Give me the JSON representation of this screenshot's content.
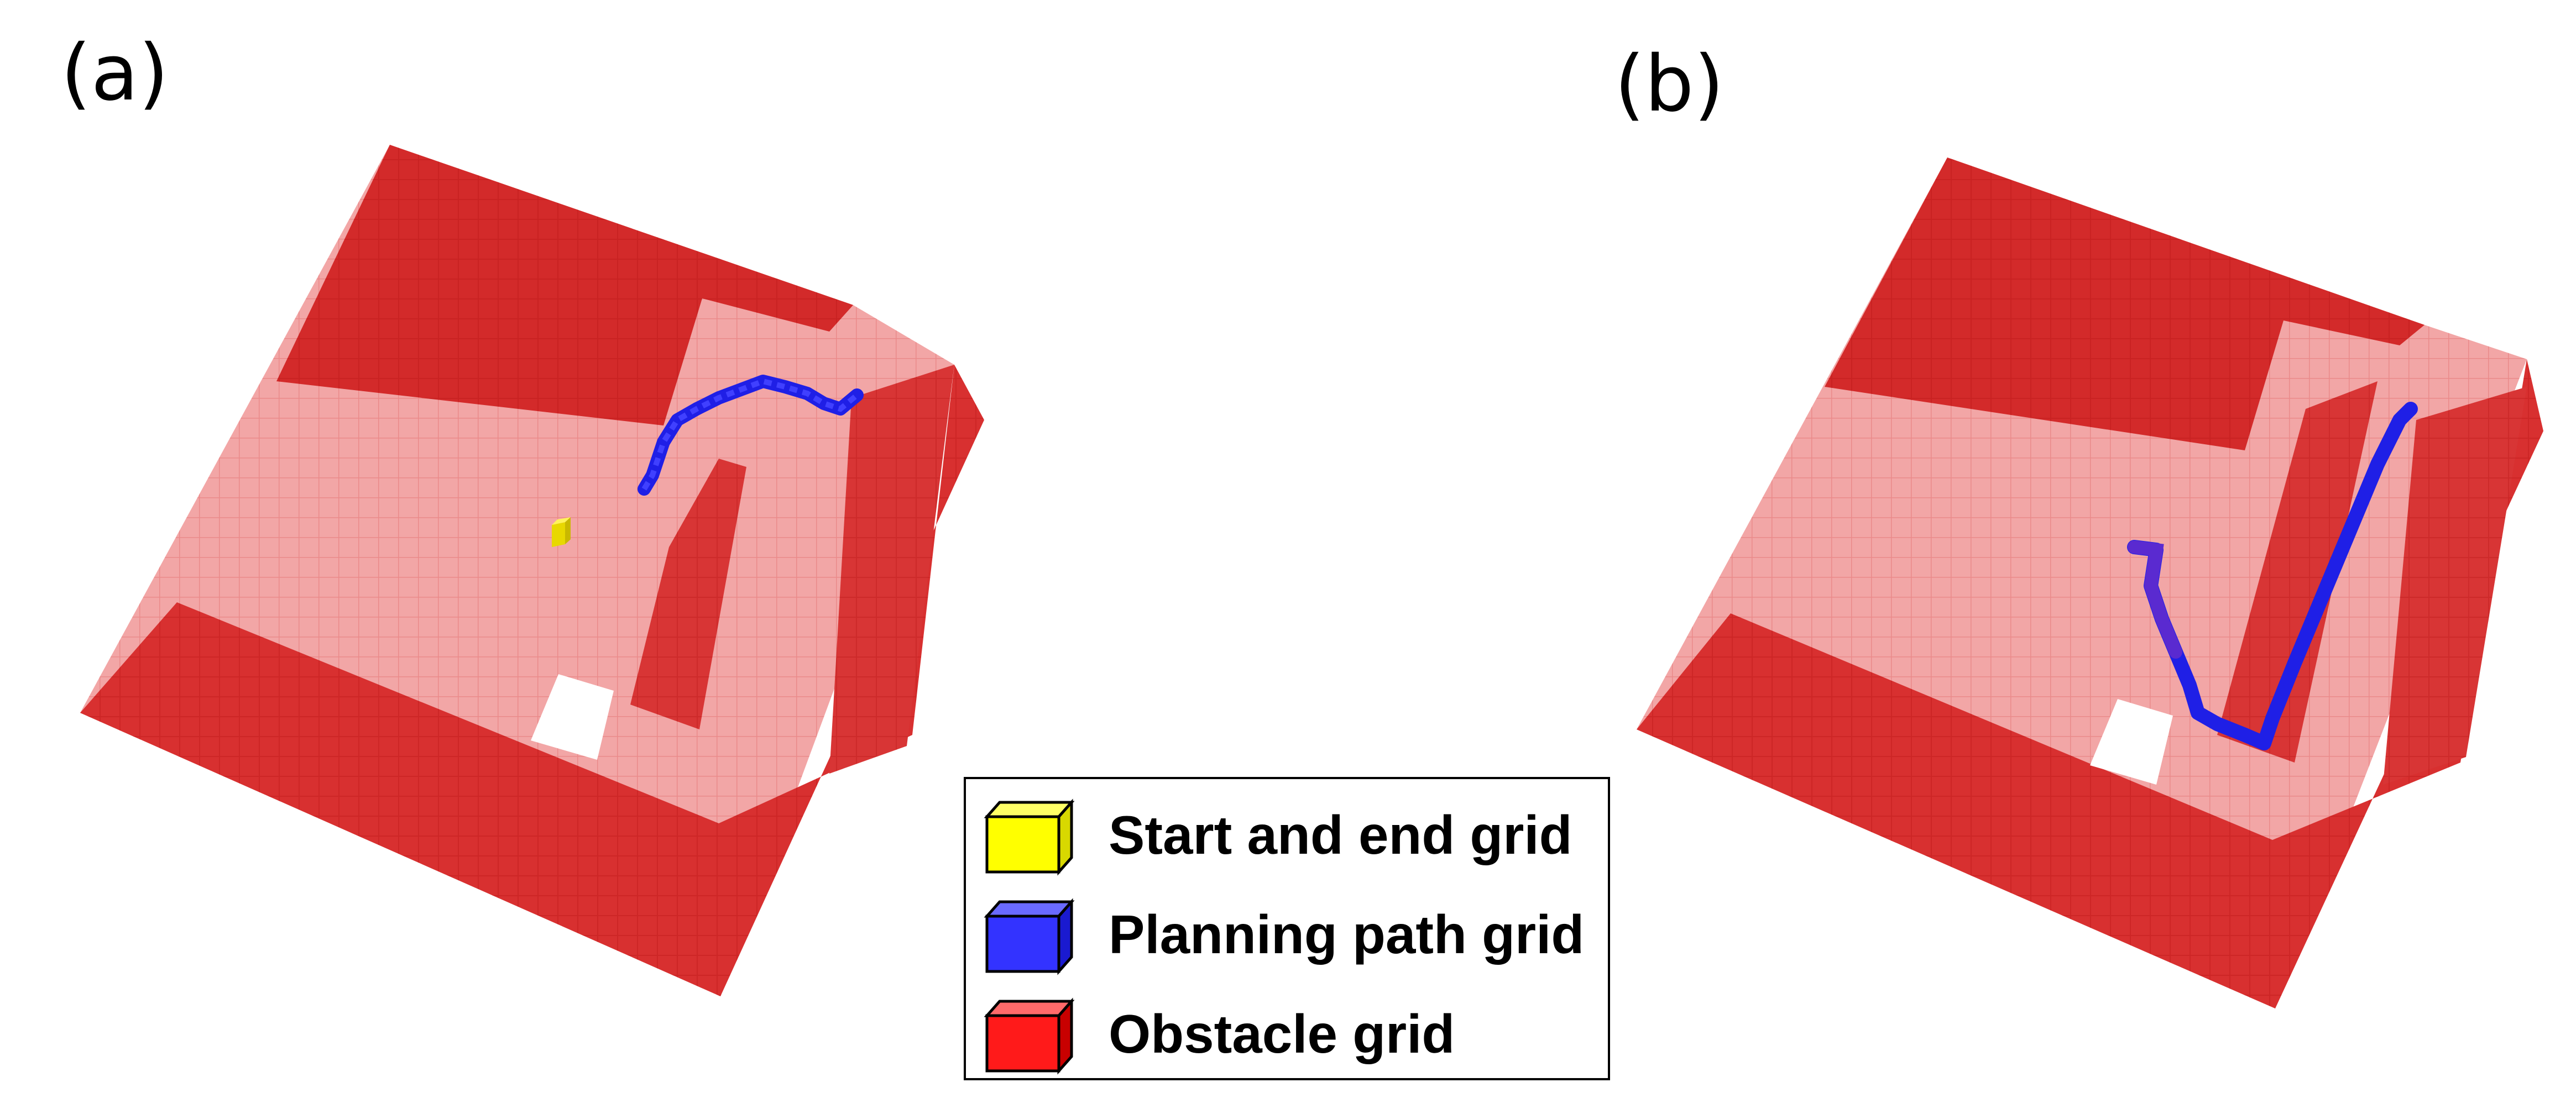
{
  "panels": [
    {
      "id": "a",
      "label": "(a)"
    },
    {
      "id": "b",
      "label": "(b)"
    }
  ],
  "legend": {
    "items": [
      {
        "label": "Start and end grid",
        "icon": "yellow-cube-icon",
        "color": "#ffff00"
      },
      {
        "label": "Planning path grid",
        "icon": "blue-cube-icon",
        "color": "#2b2bff"
      },
      {
        "label": "Obstacle grid",
        "icon": "red-cube-icon",
        "color": "#ff1a1a"
      }
    ]
  },
  "colors": {
    "obstacle_dense": "#d72a2a",
    "obstacle_light": "#f0a0a0",
    "grid_line": "#c41a1a",
    "path": "#1f1fe6",
    "start_end": "#f2e600",
    "free_cell": "#ffffff"
  }
}
